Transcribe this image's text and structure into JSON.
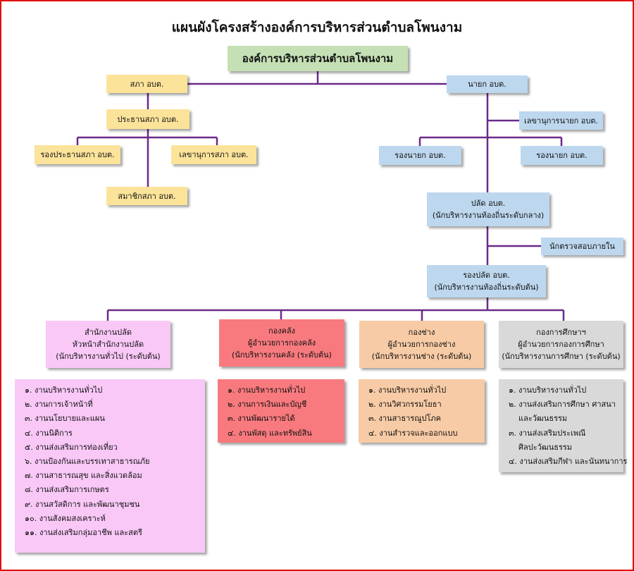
{
  "title": "แผนผังโครงสร้างองค์การบริหารส่วนตำบลโพนงาม",
  "root": "องค์การบริหารส่วนตำบลโพนงาม",
  "council": {
    "sapha": "สภา อบต.",
    "chairman": "ประธานสภา อบต.",
    "vice_chairman": "รองประธานสภา อบต.",
    "secretary": "เลขานุการสภา อบต.",
    "member": "สมาชิกสภา อบต."
  },
  "executive": {
    "mayor": "นายก อบต.",
    "mayor_secretary": "เลขานุการนายก อบต.",
    "deputy_1": "รองนายก อบต.",
    "deputy_2": "รองนายก อบต.",
    "palad_1": "ปลัด อบต.",
    "palad_2": "(นักบริหารงานท้องถิ่นระดับกลาง)",
    "auditor": "นักตรวจสอบภายใน",
    "deputy_palad_1": "รองปลัด อบต.",
    "deputy_palad_2": "(นักบริหารงานท้องถิ่นระดับต้น)"
  },
  "departments": [
    {
      "lines": [
        "สำนักงานปลัด",
        "หัวหน้าสำนักงานปลัด",
        "(นักบริหารงานทั่วไป  (ระดับต้น)"
      ],
      "items": [
        "๑. งานบริหารงานทั่วไป",
        "๒. งานการเจ้าหน้าที่",
        "๓. งานนโยบายและแผน",
        "๔. งานนิติการ",
        "๕. งานส่งเสริมการท่องเที่ยว",
        "๖. งานป้องกันและบรรเทาสาธารณภัย",
        "๗. งานสาธารณสุข และสิ่งแวดล้อม",
        "๘. งานส่งเสริมการเกษตร",
        "๙. งานสวัสดิการ และพัฒนาชุมชน",
        "๑๐. งานสังคมสงเคราะห์",
        "๑๑. งานส่งเสริมกลุ่มอาชีพ และสตรี"
      ]
    },
    {
      "lines": [
        "กองคลัง",
        "ผู้อำนวยการกองคลัง",
        "(นักบริหารงานคลัง  (ระดับต้น)"
      ],
      "items": [
        "๑. งานบริหารงานทั่วไป",
        "๒. งานการเงินและบัญชี",
        "๓. งานพัฒนารายได้",
        "๔. งานพัสดุ และทรัพย์สิน"
      ]
    },
    {
      "lines": [
        "กองช่าง",
        "ผู้อำนวยการกองช่าง",
        "(นักบริหารงานช่าง  (ระดับต้น)"
      ],
      "items": [
        "๑. งานบริหารงานทั่วไป",
        "๒. งานวิศวกรรมโยธา",
        "๓. งานสาธารณูปโภค",
        "๔. งานสำรวจและออกแบบ"
      ]
    },
    {
      "lines": [
        "กองการศึกษาฯ",
        "ผู้อำนวยการกองการศึกษา",
        "(นักบริหารงานการศึกษา  (ระดับต้น)"
      ],
      "items": [
        "๑. งานบริหารงานทั่วไป",
        "๒. งานส่งเสริมการศึกษา ศาสนา",
        "    และวัฒนธรรม",
        "๓. งานส่งเสริมประเพณี",
        "    ศิลปะวัฒนธรรม",
        "๔. งานส่งเสริมกีฬา และนันทนาการ"
      ]
    }
  ],
  "colors": {
    "line": "#6a2a8a",
    "frame": "#e01010",
    "yellow": "#fbe39a",
    "blue": "#bdd7ee",
    "green": "#c5e0b4",
    "pink": "#f9c8f7",
    "red": "#f87a7e",
    "peach": "#f7cba5",
    "gray": "#d9d9d9"
  }
}
